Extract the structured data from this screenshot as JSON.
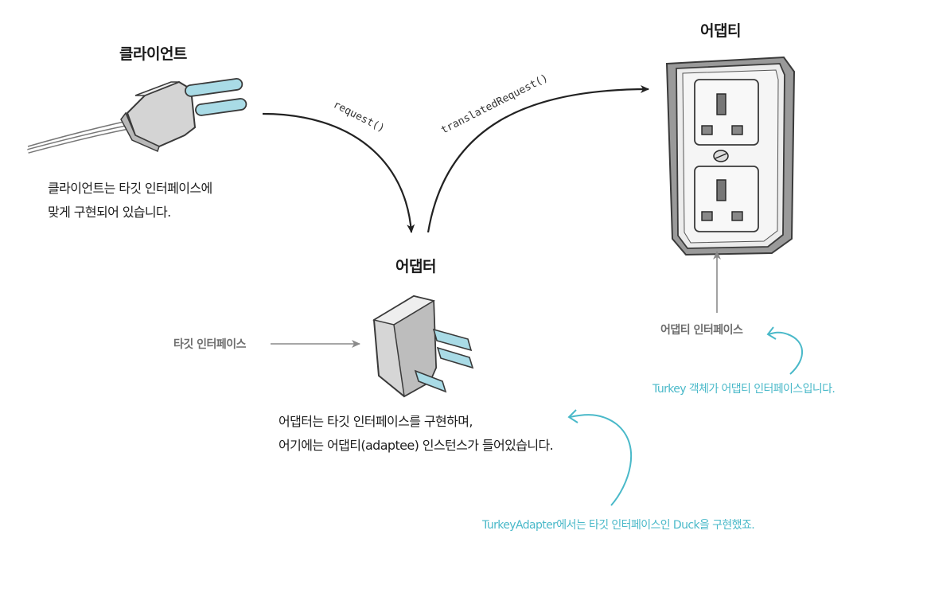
{
  "client": {
    "title": "클라이언트",
    "description_line1": "클라이언트는 타깃 인터페이스에",
    "description_line2": "맞게 구현되어 있습니다."
  },
  "adapter": {
    "title": "어댑터",
    "description_line1": "어댑터는 타깃 인터페이스를 구현하며,",
    "description_line2": "어기에는 어댑티(adaptee) 인스턴스가 들어있습니다.",
    "target_interface_label": "타깃 인터페이스"
  },
  "adaptee": {
    "title": "어댑티",
    "interface_label": "어댑티 인터페이스"
  },
  "calls": {
    "request": "request()",
    "translated": "translatedRequest()"
  },
  "notes": {
    "turkey": "Turkey 객체가 어댑티 인터페이스입니다.",
    "turkey_adapter": "TurkeyAdapter에서는 타깃 인터페이스인 Duck을 구현했죠."
  },
  "colors": {
    "accent": "#4ab9c9",
    "plug_prong": "#a9dbe6",
    "label_gray": "#6e6e6e"
  }
}
